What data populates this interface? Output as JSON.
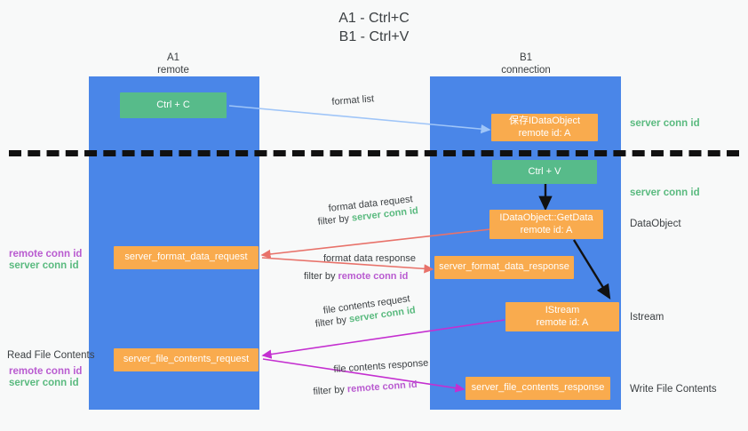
{
  "title": "A1 - Ctrl+C\nB1 - Ctrl+V",
  "columns": [
    {
      "name": "A1",
      "sub": "remote"
    },
    {
      "name": "B1",
      "sub": "connection"
    }
  ],
  "nodes": {
    "ctrl_c": {
      "line1": "Ctrl + C",
      "line2": ""
    },
    "save_idataobject": {
      "line1": "保存IDataObject",
      "line2": "remote id: A"
    },
    "ctrl_v": {
      "line1": "Ctrl + V",
      "line2": ""
    },
    "idataobject_getdata": {
      "line1": "IDataObject::GetData",
      "line2": "remote id: A"
    },
    "server_format_data_request": {
      "line1": "server_format_data_request",
      "line2": ""
    },
    "server_format_data_response": {
      "line1": "server_format_data_response",
      "line2": ""
    },
    "istream": {
      "line1": "IStream",
      "line2": "remote id: A"
    },
    "server_file_contents_request": {
      "line1": "server_file_contents_request",
      "line2": ""
    },
    "server_file_contents_response": {
      "line1": "server_file_contents_response",
      "line2": ""
    }
  },
  "edge_labels": {
    "format_list": "format list",
    "format_data_request": "format data request",
    "format_data_request_filter_prefix": "filter by ",
    "format_data_request_filter_key": "server conn id",
    "format_data_response": "format data response",
    "format_data_response_filter_prefix": "filter by ",
    "format_data_response_filter_key": "remote conn id",
    "file_contents_request": "file contents request",
    "file_contents_request_filter_prefix": "filter by ",
    "file_contents_request_filter_key": "server conn id",
    "file_contents_response": "file contents response",
    "file_contents_response_filter_prefix": "filter by ",
    "file_contents_response_filter_key": "remote conn id"
  },
  "right_labels": {
    "server_conn_id_top": "server conn id",
    "server_conn_id_mid": "server conn id",
    "dataobject": "DataObject",
    "istream": "Istream",
    "write_file_contents": "Write File Contents"
  },
  "left_labels": {
    "remote_conn_id_1": "remote conn id",
    "server_conn_id_1": "server conn id",
    "read_file_contents": "Read File Contents",
    "remote_conn_id_2": "remote conn id",
    "server_conn_id_2": "server conn id"
  },
  "colors": {
    "lane": "#4a86e8",
    "green_node": "#57bb8a",
    "orange_node": "#f9ab4e",
    "green_text": "#5aba7f",
    "purple_text": "#b95bd0",
    "arrow_blue": "#9fc5f8",
    "arrow_red": "#e8726a",
    "arrow_magenta": "#c42fd0",
    "arrow_black": "#111111",
    "background": "#f8f9f9"
  }
}
